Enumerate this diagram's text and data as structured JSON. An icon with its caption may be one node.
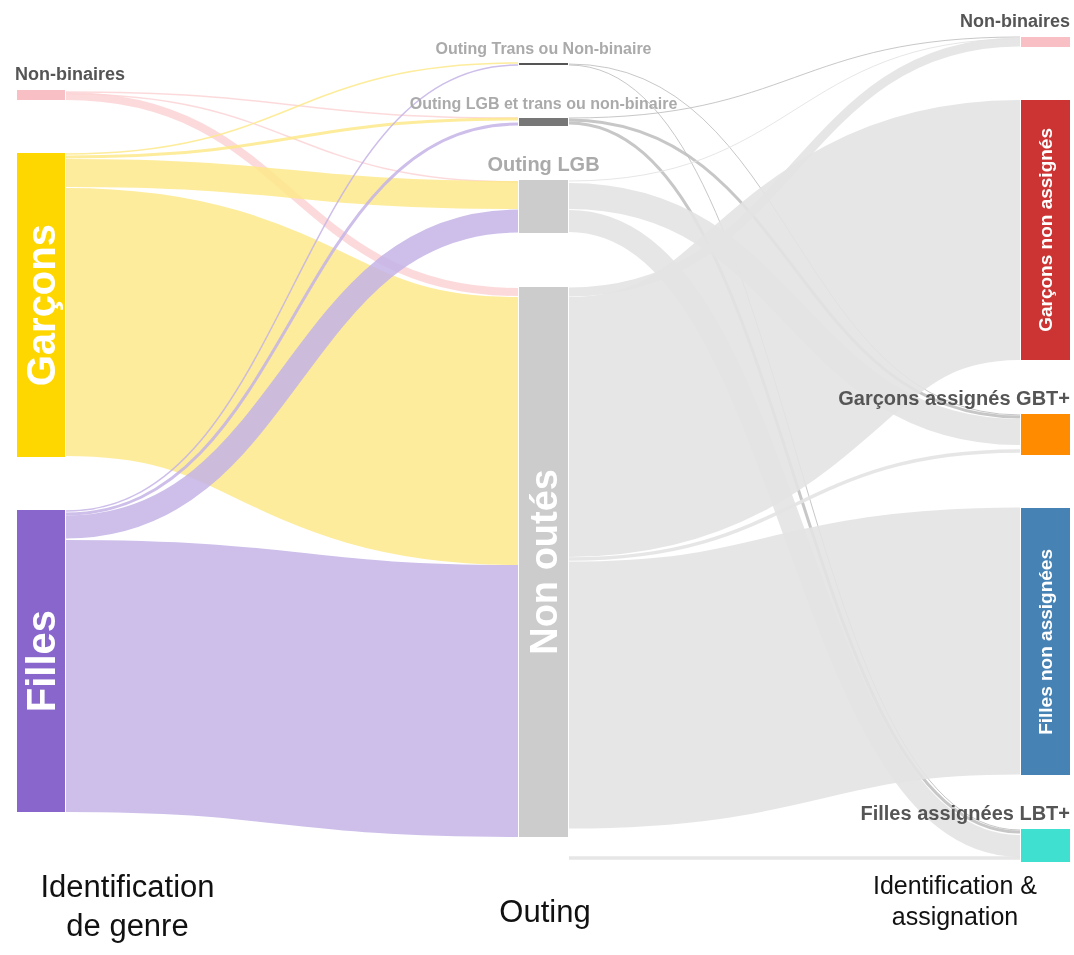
{
  "diagram": {
    "nodes": [
      {
        "text": [
          "Non-binaires"
        ]
      },
      {
        "text": [
          "Garçons"
        ]
      },
      {
        "text": [
          "Filles"
        ]
      },
      {
        "text": [
          "Outing Trans ou Non-binaire"
        ]
      },
      {
        "text": [
          "Outing LGB et trans ou non-binaire"
        ]
      },
      {
        "text": [
          "Outing LGB"
        ]
      },
      {
        "text": [
          "Non outés"
        ]
      },
      {
        "text": [
          "Non-binaires"
        ]
      },
      {
        "text": [
          "Garçons non assignés"
        ]
      },
      {
        "text": [
          "Garçons assignés GBT+"
        ]
      },
      {
        "text": [
          "Filles non assignées"
        ]
      },
      {
        "text": [
          "Filles assignées LBT+"
        ]
      }
    ],
    "edges": [
      {
        "from": 0,
        "to": 4,
        "arrow": "none",
        "color": "#fbd3d6"
      },
      {
        "from": 0,
        "to": 5,
        "arrow": "none",
        "color": "#fbd3d6"
      },
      {
        "from": 0,
        "to": 6,
        "arrow": "none",
        "style": "thick",
        "color": "#fbd3d6"
      },
      {
        "from": 1,
        "to": 3,
        "arrow": "none",
        "color": "#fde98a"
      },
      {
        "from": 1,
        "to": 4,
        "arrow": "none",
        "color": "#fde98a"
      },
      {
        "from": 1,
        "to": 5,
        "arrow": "none",
        "style": "thick",
        "color": "#fde98a"
      },
      {
        "from": 1,
        "to": 6,
        "arrow": "none",
        "style": "thick",
        "color": "#fde98a"
      },
      {
        "from": 2,
        "to": 3,
        "arrow": "none",
        "color": "#c4b3e6"
      },
      {
        "from": 2,
        "to": 4,
        "arrow": "none",
        "color": "#c4b3e6"
      },
      {
        "from": 2,
        "to": 5,
        "arrow": "none",
        "style": "thick",
        "color": "#c4b3e6"
      },
      {
        "from": 2,
        "to": 6,
        "arrow": "none",
        "style": "thick",
        "color": "#c4b3e6"
      },
      {
        "from": 3,
        "to": 9,
        "arrow": "none",
        "color": "#bdbdbd"
      },
      {
        "from": 3,
        "to": 11,
        "arrow": "none",
        "color": "#bdbdbd"
      },
      {
        "from": 4,
        "to": 7,
        "arrow": "none",
        "color": "#bdbdbd"
      },
      {
        "from": 4,
        "to": 9,
        "arrow": "none",
        "color": "#bdbdbd"
      },
      {
        "from": 4,
        "to": 11,
        "arrow": "none",
        "color": "#bdbdbd"
      },
      {
        "from": 5,
        "to": 7,
        "arrow": "none"
      },
      {
        "from": 5,
        "to": 9,
        "arrow": "none",
        "style": "thick"
      },
      {
        "from": 5,
        "to": 11,
        "arrow": "none",
        "style": "thick"
      },
      {
        "from": 6,
        "to": 7,
        "arrow": "none",
        "style": "thick"
      },
      {
        "from": 6,
        "to": 8,
        "arrow": "none",
        "style": "thick"
      },
      {
        "from": 6,
        "to": 9,
        "arrow": "none"
      },
      {
        "from": 6,
        "to": 10,
        "arrow": "none",
        "style": "thick"
      },
      {
        "from": 6,
        "to": 11,
        "arrow": "none"
      }
    ],
    "labels": [
      "Identification de genre",
      "Outing",
      "Identification & assignation"
    ]
  }
}
